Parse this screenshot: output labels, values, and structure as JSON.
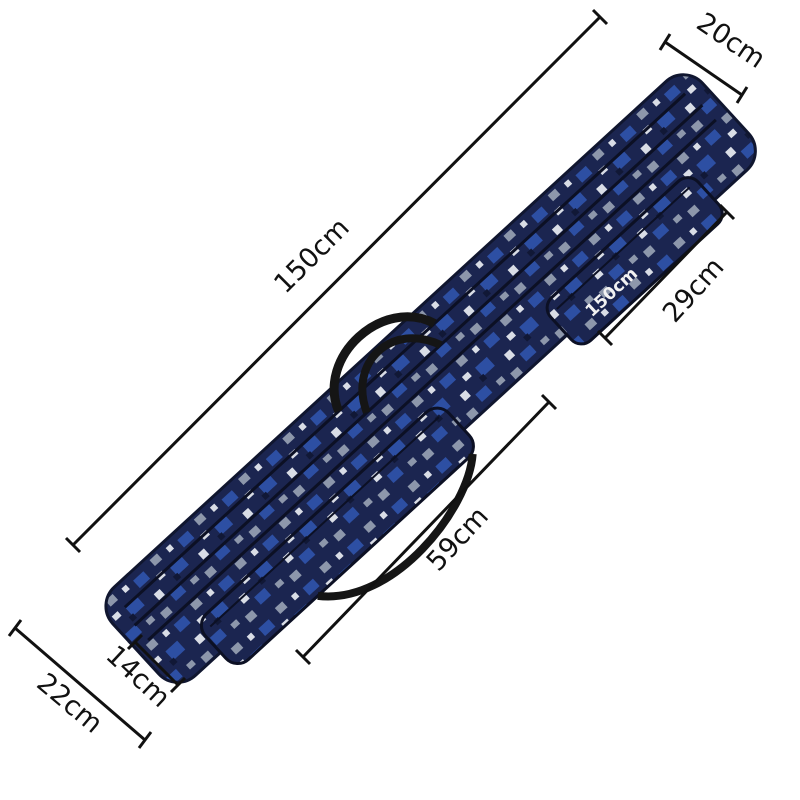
{
  "product": {
    "pocket_label": "150cm",
    "colors": {
      "camo_base": "#1b2550",
      "camo_blue": "#2d4fa3",
      "camo_grey": "#8d97ab",
      "camo_light": "#d9dde6",
      "strap": "#151515"
    }
  },
  "dimensions": {
    "length": "150cm",
    "width_top": "20cm",
    "small_pocket": "29cm",
    "large_pocket": "59cm",
    "depth": "14cm",
    "width_bottom": "22cm"
  }
}
